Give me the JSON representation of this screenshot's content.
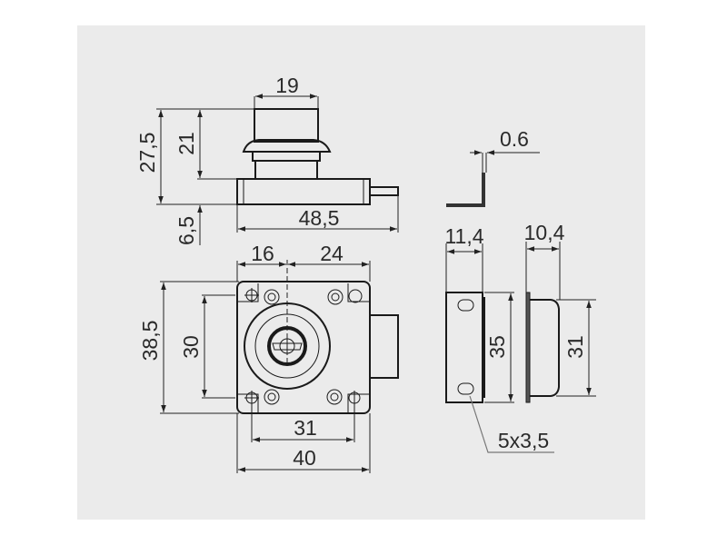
{
  "drawing": {
    "title": "Cabinet lock dimensional drawing",
    "colors": {
      "background": "#ebebeb",
      "lines": "#1a1a1a",
      "text": "#2a2a2a"
    },
    "top_view": {
      "knob_width": "19",
      "total_height": "27,5",
      "cylinder_height": "21",
      "body_thickness": "6,5",
      "total_length": "48,5"
    },
    "front_view": {
      "left_to_center": "16",
      "center_to_right": "24",
      "height": "38,5",
      "hole_spacing_vertical": "30",
      "hole_spacing_horizontal": "31",
      "width": "40"
    },
    "strike_profile": {
      "thickness": "0.6"
    },
    "strike_front": {
      "width": "11,4",
      "height": "35",
      "slot": "5x3,5"
    },
    "strike_side": {
      "depth": "10,4",
      "height": "31"
    }
  }
}
